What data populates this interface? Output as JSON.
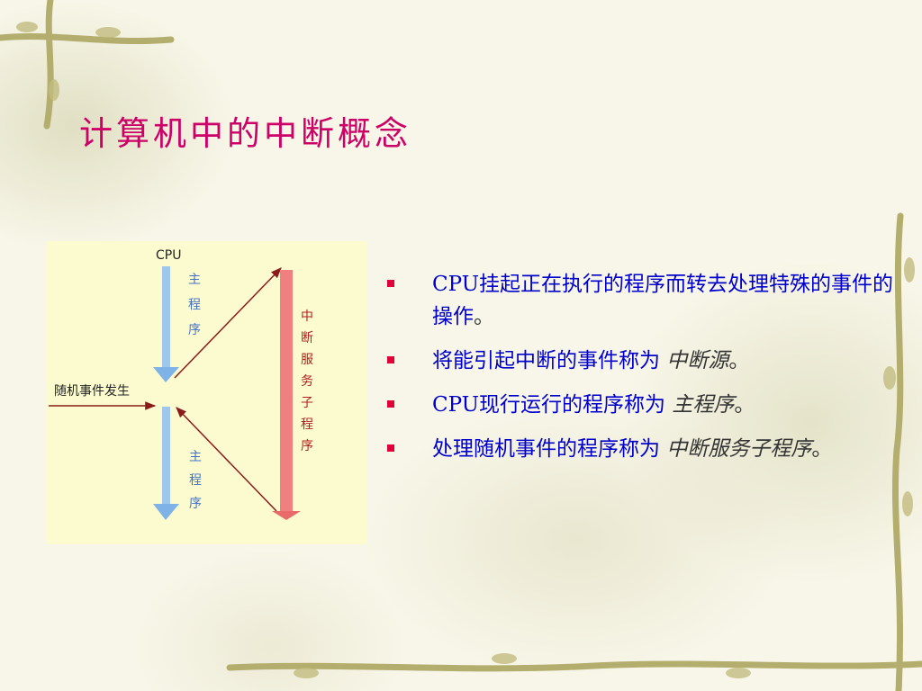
{
  "slide": {
    "title": "计算机中的中断概念",
    "accent_colors": {
      "title": "#cc0066",
      "body": "#0000cc",
      "bullet": "#e0003a"
    }
  },
  "diagram": {
    "cpu_label": "CPU",
    "main_program_upper": [
      "主",
      "程",
      "序"
    ],
    "main_program_lower": [
      "主",
      "程",
      "序"
    ],
    "event_label": "随机事件发生",
    "isr_label": [
      "中",
      "断",
      "服",
      "务",
      "子",
      "程",
      "序"
    ]
  },
  "bullets": [
    {
      "text": "CPU挂起正在执行的程序而转去处理特殊的事件的操作",
      "em": "",
      "end": "。"
    },
    {
      "text": "将能引起中断的事件称为",
      "em": "中断源",
      "end": "。"
    },
    {
      "text": "CPU现行运行的程序称为",
      "em": "主程序",
      "end": "。"
    },
    {
      "text": "处理随机事件的程序称为",
      "em": "中断服务子程序",
      "end": "。"
    }
  ]
}
